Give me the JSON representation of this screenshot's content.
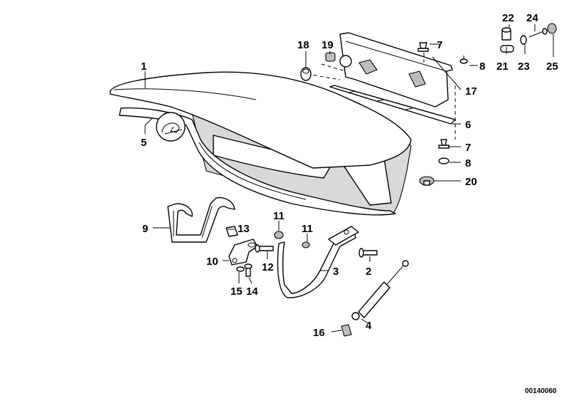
{
  "diagram_code": "00140060",
  "callouts": {
    "c1": "1",
    "c2": "2",
    "c3": "3",
    "c4": "4",
    "c5": "5",
    "c6": "6",
    "c7a": "7",
    "c7b": "7",
    "c8a": "8",
    "c8b": "8",
    "c9": "9",
    "c10": "10",
    "c11a": "11",
    "c11b": "11",
    "c12": "12",
    "c13": "13",
    "c14": "14",
    "c15": "15",
    "c16": "16",
    "c17": "17",
    "c18": "18",
    "c19": "19",
    "c20": "20",
    "c21": "21",
    "c22": "22",
    "c23": "23",
    "c24": "24",
    "c25": "25"
  }
}
